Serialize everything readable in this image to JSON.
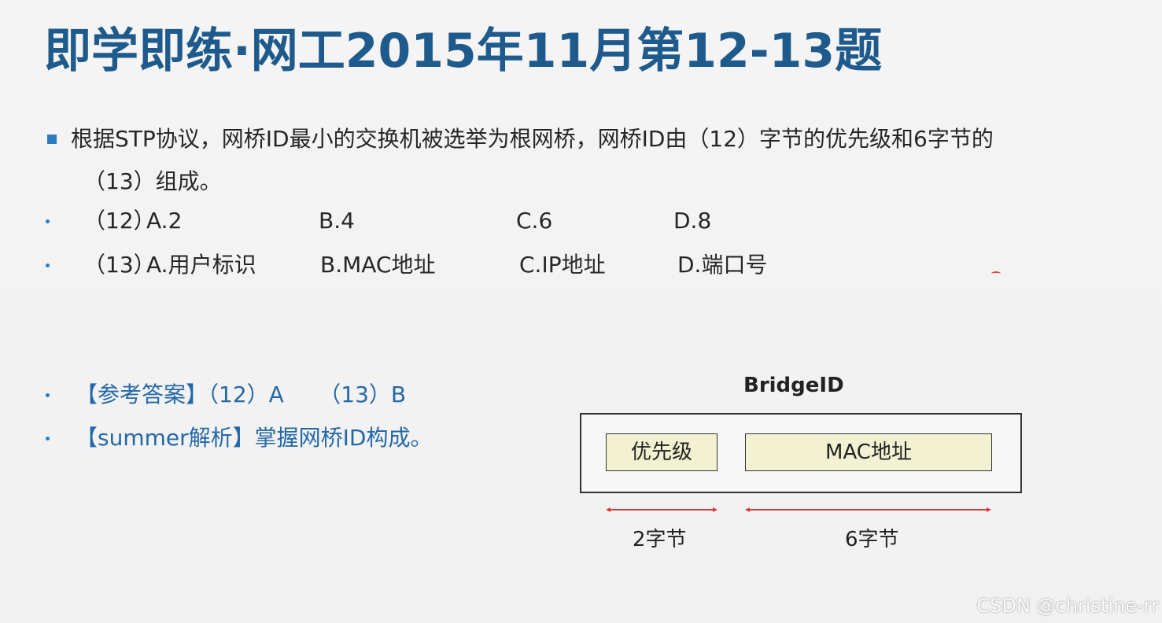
{
  "title": "即学即练·网工2015年11月第12-13题",
  "question": {
    "line1": "根据STP协议，网桥ID最小的交换机被选举为根网桥，网桥ID由（12）字节的优先级和6字节的",
    "line2": "（13）组成。"
  },
  "options": [
    {
      "label": "（12）",
      "A": "A.2",
      "B": "B.4",
      "C": "C.6",
      "D": "D.8"
    },
    {
      "label": "（13）",
      "A": "A.用户标识",
      "B": "B.MAC地址",
      "C": "C.IP地址",
      "D": "D.端口号"
    }
  ],
  "answer": "【参考答案】（12）A     （13）B",
  "analysis": "【summer解析】掌握网桥ID构成。",
  "diagram": {
    "title": "BridgeID",
    "cell1": "优先级",
    "cell2": "MAC地址",
    "bytes1": "2字节",
    "bytes2": "6字节",
    "arrow_color": "#d63a3a"
  },
  "watermark": "CSDN @christine-rr",
  "colors": {
    "title": "#1e5a8c",
    "bullet": "#2d7bbf",
    "answer": "#2568a8"
  }
}
